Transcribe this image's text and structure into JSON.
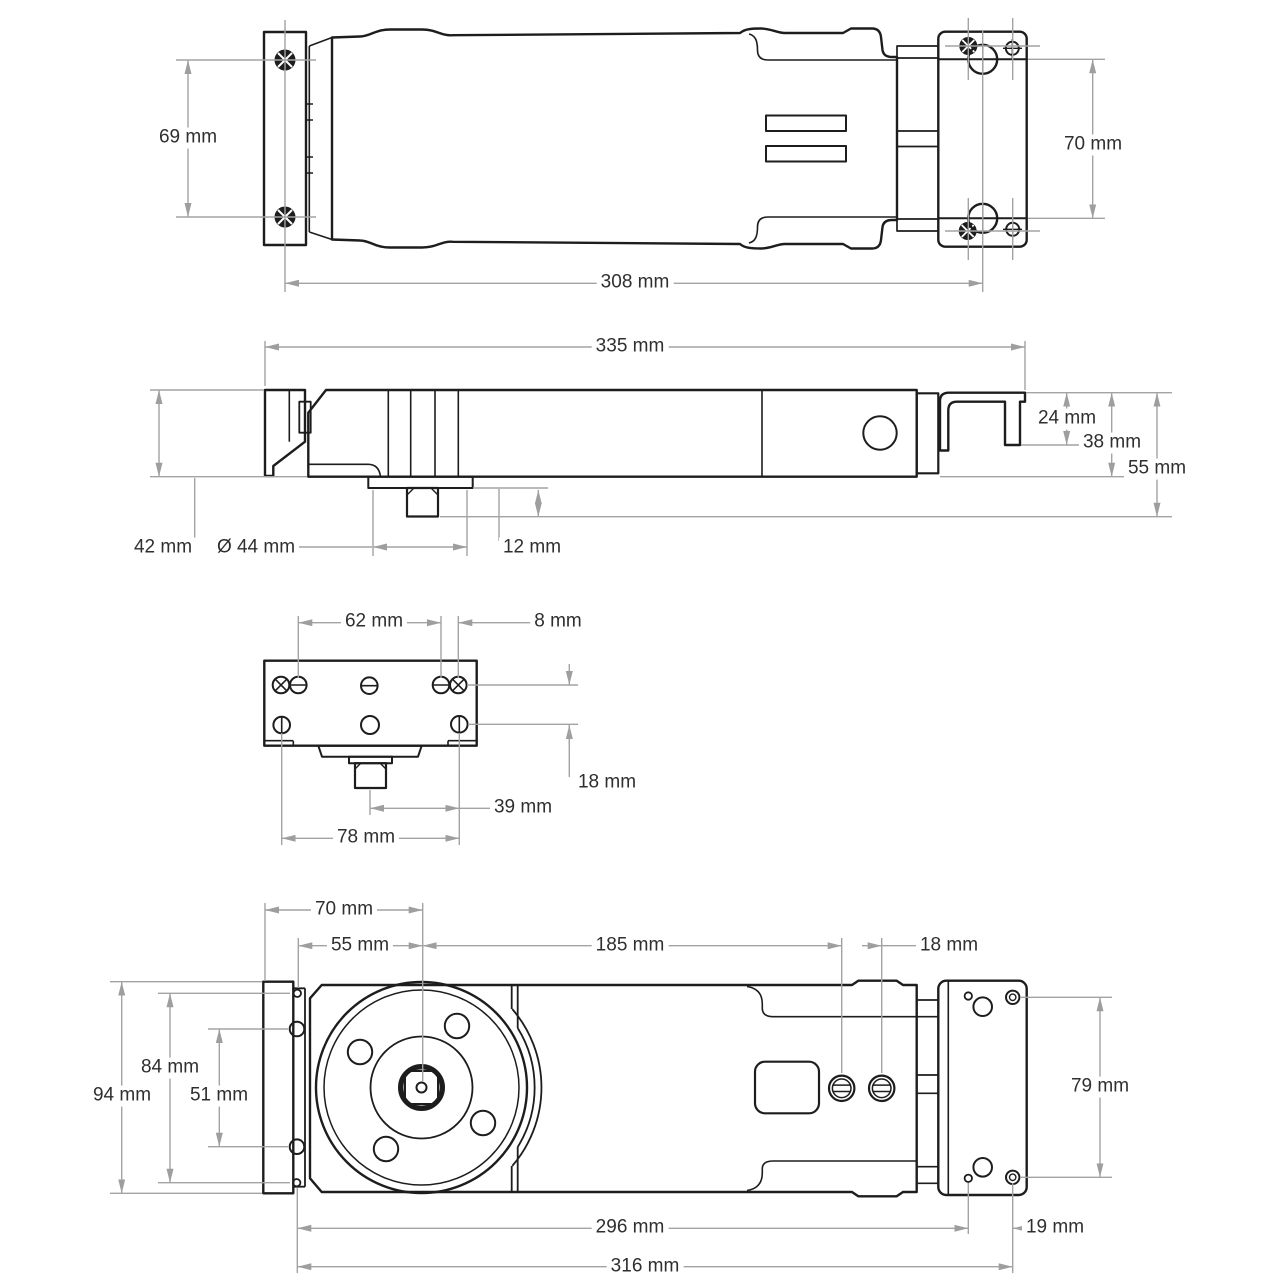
{
  "colors": {
    "part_line": "#1d1d1d",
    "dimension_line": "#a3a3a3",
    "text": "#2f2f2f",
    "background": "#ffffff"
  },
  "views": {
    "top": {
      "dims": {
        "plate_hole_spacing_left": "69 mm",
        "plate_hole_spacing_right": "70 mm",
        "hole_to_hole_length": "308 mm"
      }
    },
    "side": {
      "dims": {
        "overall_length": "335 mm",
        "bracket_depth": "24 mm",
        "body_depth": "38 mm",
        "total_depth": "55 mm",
        "left_height": "42 mm",
        "boss_diameter": "Ø 44 mm",
        "spindle_projection": "12 mm"
      }
    },
    "end": {
      "dims": {
        "top_screw_spacing": "62 mm",
        "screw_offset": "8 mm",
        "row_spacing": "18 mm",
        "spindle_to_screw": "39 mm",
        "bottom_screw_spacing": "78 mm"
      }
    },
    "bottom": {
      "dims": {
        "plate_to_axis": "70 mm",
        "hinge_to_axis": "55 mm",
        "axis_to_valve": "185 mm",
        "valve_spacing": "18 mm",
        "plate_hole_spacing": "84 mm",
        "plate_height": "94 mm",
        "pin_spacing": "51 mm",
        "end_hole_spacing": "79 mm",
        "axis_to_end_hole": "296 mm",
        "end_hole_offset": "19 mm",
        "overall_length": "316 mm"
      }
    }
  }
}
